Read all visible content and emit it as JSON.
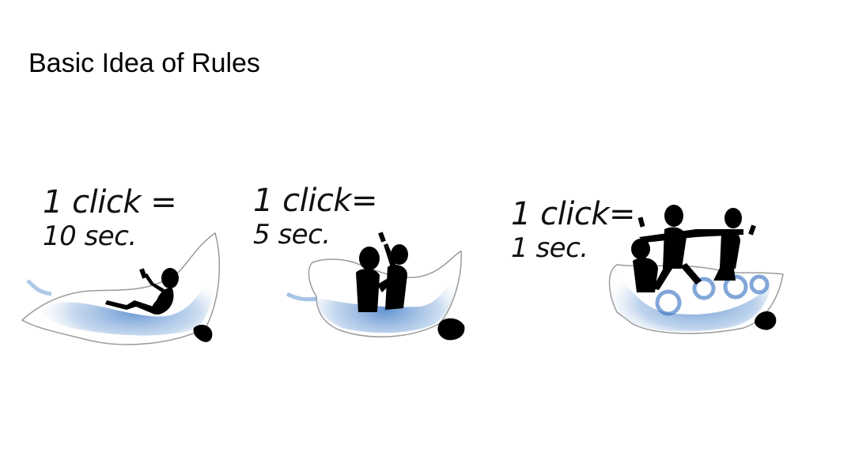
{
  "slide": {
    "title": "Basic Idea of Rules"
  },
  "panels": [
    {
      "line1": "1 click =",
      "line2": "10 sec.",
      "people": 1
    },
    {
      "line1": "1 click=",
      "line2": "5 sec.",
      "people": 2
    },
    {
      "line1": "1 click=",
      "line2": "1 sec.",
      "people": 3
    }
  ],
  "colors": {
    "bag_fill": "#ffffff",
    "bag_outline": "#999999",
    "bag_shading": "#2f6fc2",
    "silhouette": "#000000"
  }
}
